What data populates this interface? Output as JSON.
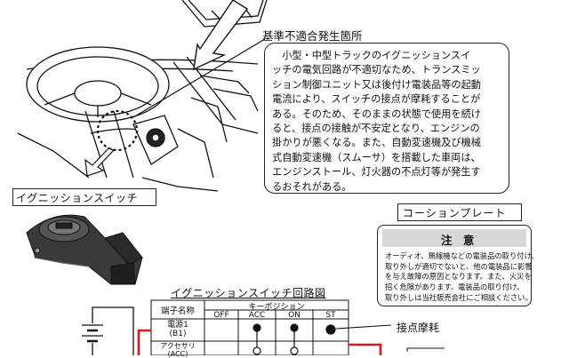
{
  "labels": {
    "defect_location": "基準不適合発生箇所",
    "ignition_switch": "イグニッションスイッチ",
    "caution_plate": "コーションプレート",
    "circuit_diagram": "イグニッションスイッチ回路図",
    "contact_wear": "接点摩耗"
  },
  "explanation_lines": [
    "　小型・中型トラックのイグニッションスイ",
    "ッチの電気回路が不適切なため、トランスミッ",
    "ション制御ユニット又は後付け電装品等の起動",
    "電流により、スイッチの接点が摩耗することが",
    "ある。そのため、そのままの状態で使用を続け",
    "ると、接点の接触が不安定となり、エンジンの",
    "掛かりが悪くなる。また、自動変速機及び機械",
    "式自動変速機（スムーサ）を搭載した車両は、",
    "エンジンストール、灯火器の不点灯等が発生す",
    "るおそれがある。"
  ],
  "caution": {
    "heading": "注 意",
    "lines": [
      "オーディオ、無線機などの電装品の取り付け、",
      "取り外しが適切でないと、他の電装品に影響",
      "を与え故障の原因となります。また、火災を",
      "招く危険があります。電装品の取り付け、",
      "取り外しは当社販売会社にご相談ください。"
    ]
  },
  "table": {
    "terminal_header": "端子名称",
    "key_position_header": "キーポジション",
    "positions": [
      "OFF",
      "ACC",
      "ON",
      "ST"
    ],
    "rows": [
      {
        "name": "電源1",
        "code": "(B1)"
      },
      {
        "name": "アクセサリ",
        "code": "(ACC)"
      }
    ]
  },
  "colors": {
    "wire_red": "#e01818",
    "line": "#111111",
    "caution_header_bg": "#d8d8d8",
    "photo_dark": "#2a2a2a"
  }
}
